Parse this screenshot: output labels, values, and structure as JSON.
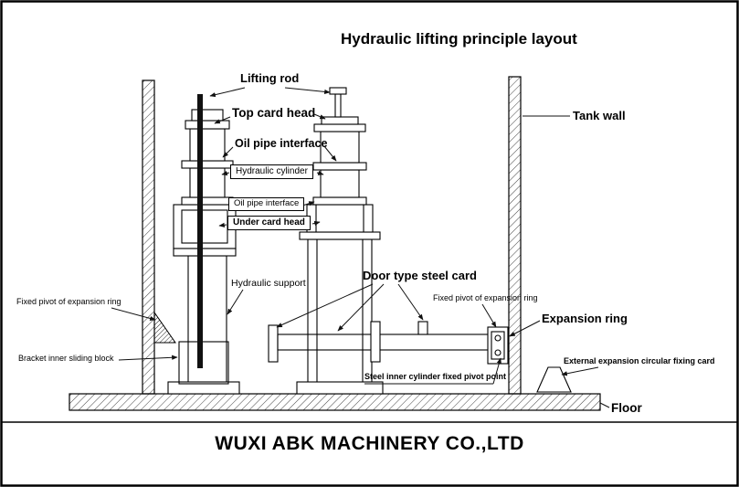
{
  "title": "Hydraulic lifting principle layout",
  "footer": {
    "company": "WUXI ABK MACHINERY CO.,LTD"
  },
  "labels": {
    "lifting_rod": "Lifting rod",
    "top_card_head": "Top card head",
    "oil_pipe_interface_top": "Oil pipe interface",
    "hydraulic_cylinder": "Hydraulic cylinder",
    "oil_pipe_interface_mid": "Oil pipe interface",
    "under_card_head": "Under card head",
    "hydraulic_support": "Hydraulic support",
    "door_type_steel_card": "Door type steel card",
    "fixed_pivot_of_expansion_ring_left": "Fixed pivot of expansion ring",
    "fixed_pivot_of_expansion_ring_right": "Fixed pivot of expansion ring",
    "expansion_ring": "Expansion ring",
    "bracket_inner_sliding_block": "Bracket inner sliding block",
    "external_expansion_circular_fixing_card": "External expansion circular fixing card",
    "steel_inner_cylinder_fixed_pivot_point": "Steel inner cylinder fixed pivot point",
    "tank_wall": "Tank wall",
    "floor": "Floor"
  }
}
